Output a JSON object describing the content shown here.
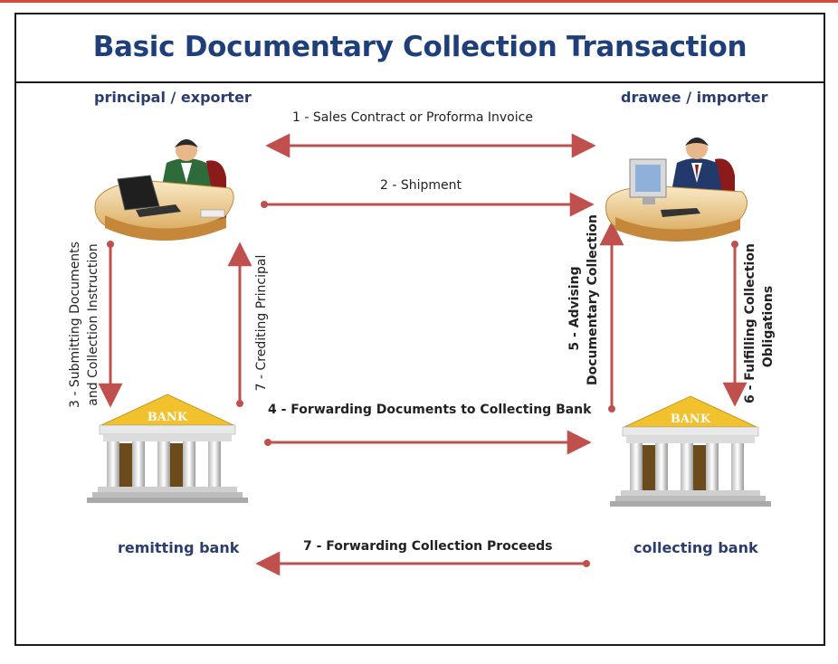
{
  "title": "Basic Documentary Collection Transaction",
  "parties": {
    "principal": "principal / exporter",
    "drawee": "drawee / importer",
    "remitting_bank": "remitting bank",
    "collecting_bank": "collecting bank"
  },
  "bank_sign": "BANK",
  "steps": {
    "s1": "1 - Sales Contract or Proforma Invoice",
    "s2": "2 - Shipment",
    "s3_line1": "3 - Submitting Documents",
    "s3_line2": "and Collection Instruction",
    "s4": "4 - Forwarding Documents to Collecting Bank",
    "s5_line1": "5 - Advising",
    "s5_line2": "Documentary Collection",
    "s6_line1": "6 - Fulfilling Collection",
    "s6_line2": "Obligations",
    "s7a": "7 - Crediting Principal",
    "s7b": "7 - Forwarding Collection Proceeds"
  },
  "colors": {
    "title": "#1f3f7a",
    "party_label": "#2b3d6e",
    "arrow": "#c0504d",
    "bank_roof": "#f2c12e"
  },
  "icons": [
    "exporter-desk-icon",
    "importer-desk-icon",
    "bank-building-icon"
  ]
}
